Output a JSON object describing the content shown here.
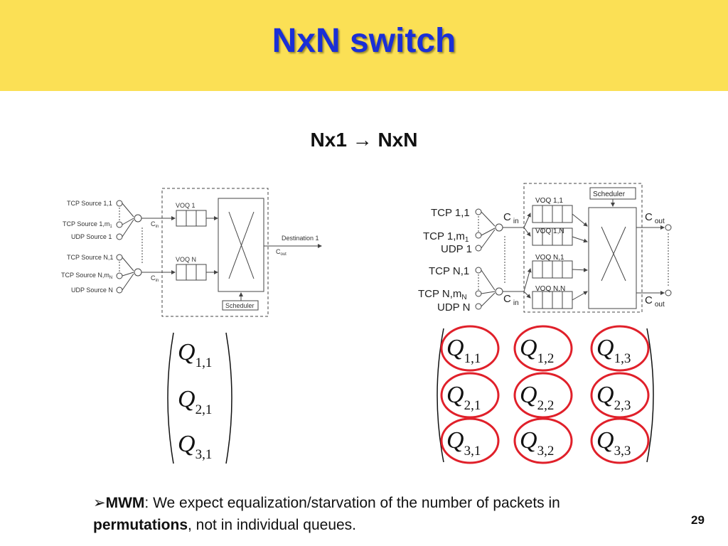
{
  "slide": {
    "title": "NxN switch",
    "subtitle": "Nx1 → NxN",
    "page_number": "29"
  },
  "left_diagram": {
    "sources": [
      "TCP Source 1,1",
      "TCP Source 1,m",
      "UDP Source 1",
      "TCP Source N,1",
      "TCP Source N,m",
      "UDP Source N"
    ],
    "m_subscript_top": "1",
    "m_subscript_bottom": "N",
    "voq_labels": [
      "VOQ 1",
      "VOQ N"
    ],
    "cin": "C",
    "cin_sub": "in",
    "cout": "C",
    "cout_sub": "out",
    "destination": "Destination 1",
    "scheduler": "Scheduler"
  },
  "right_diagram": {
    "sources": [
      "TCP 1,1",
      "TCP 1,m",
      "UDP 1",
      "TCP N,1",
      "TCP N,m",
      "UDP N"
    ],
    "m_subscript_top": "1",
    "m_subscript_bottom": "N",
    "voq_labels": [
      "VOQ 1,1",
      "VOQ 1,N",
      "VOQ N,1",
      "VOQ N,N"
    ],
    "cin": "C",
    "cin_sub": "in",
    "cout": "C",
    "cout_sub": "out",
    "scheduler": "Scheduler"
  },
  "left_matrix": {
    "symbol": "Q",
    "entries": [
      "1,1",
      "2,1",
      "3,1"
    ]
  },
  "right_matrix": {
    "symbol": "Q",
    "entries": [
      [
        "1,1",
        "1,2",
        "1,3"
      ],
      [
        "2,1",
        "2,2",
        "2,3"
      ],
      [
        "3,1",
        "3,2",
        "3,3"
      ]
    ],
    "circle_color": "#e0202a"
  },
  "bullet": {
    "marker": "➢",
    "bold_term": "MWM",
    "text_1": ": We expect equalization/starvation of the number of packets in ",
    "bold_term_2": "permutations",
    "text_2": ", not in individual queues."
  }
}
